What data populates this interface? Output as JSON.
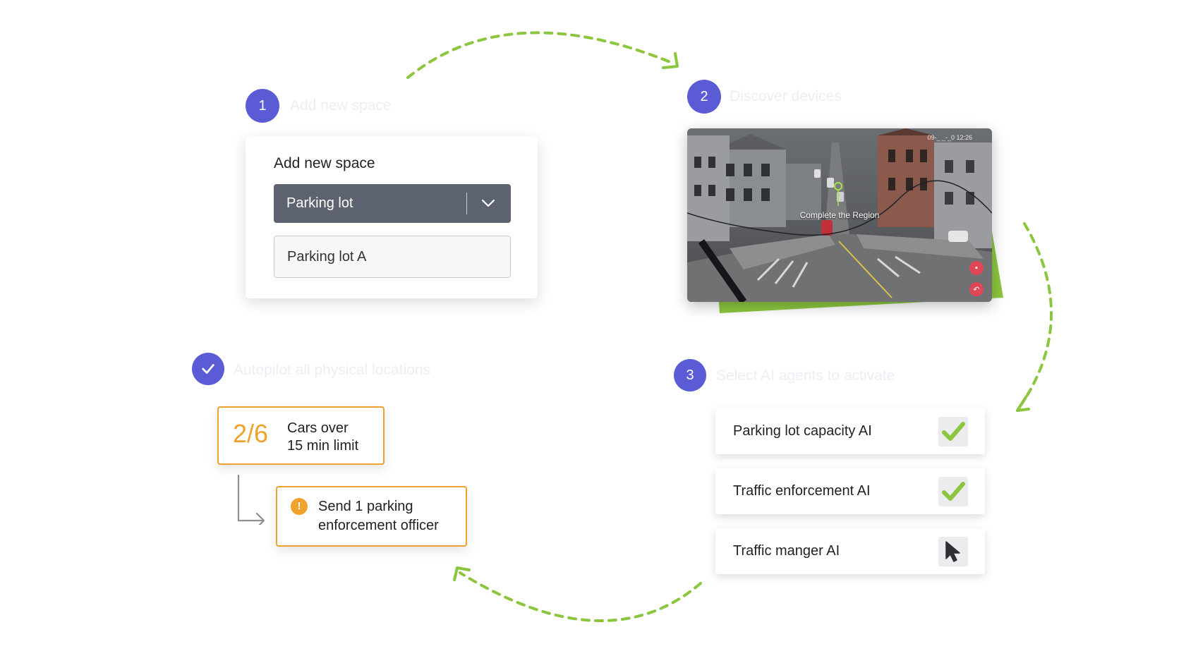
{
  "step1": {
    "number": "1",
    "title": "Add new space"
  },
  "step2": {
    "number": "2",
    "title": "Discover devices"
  },
  "step3": {
    "number": "3",
    "title": "Select AI agents to activate"
  },
  "step4": {
    "title": "Autopilot all physical locations",
    "icon": "checkmark-icon"
  },
  "add_space_card": {
    "title": "Add new space",
    "select_value": "Parking lot",
    "input_value": "Parking lot A"
  },
  "camera": {
    "overlay_label": "Complete the Region",
    "timestamp": "09-_ _-_0 12:26"
  },
  "outcome": {
    "stat_value": "2/6",
    "stat_line1": "Cars over",
    "stat_line2": "15 min limit",
    "alert_line1": "Send 1 parking",
    "alert_line2": "enforcement officer"
  },
  "agents": [
    {
      "label": "Parking lot capacity AI",
      "status": "checked"
    },
    {
      "label": "Traffic enforcement AI",
      "status": "checked"
    },
    {
      "label": "Traffic manger AI",
      "status": "cursor"
    }
  ],
  "colors": {
    "badge": "#5b5bd6",
    "accent_green": "#8cc63f",
    "warning_orange": "#f0a22e",
    "select_bg": "#5d6270"
  }
}
